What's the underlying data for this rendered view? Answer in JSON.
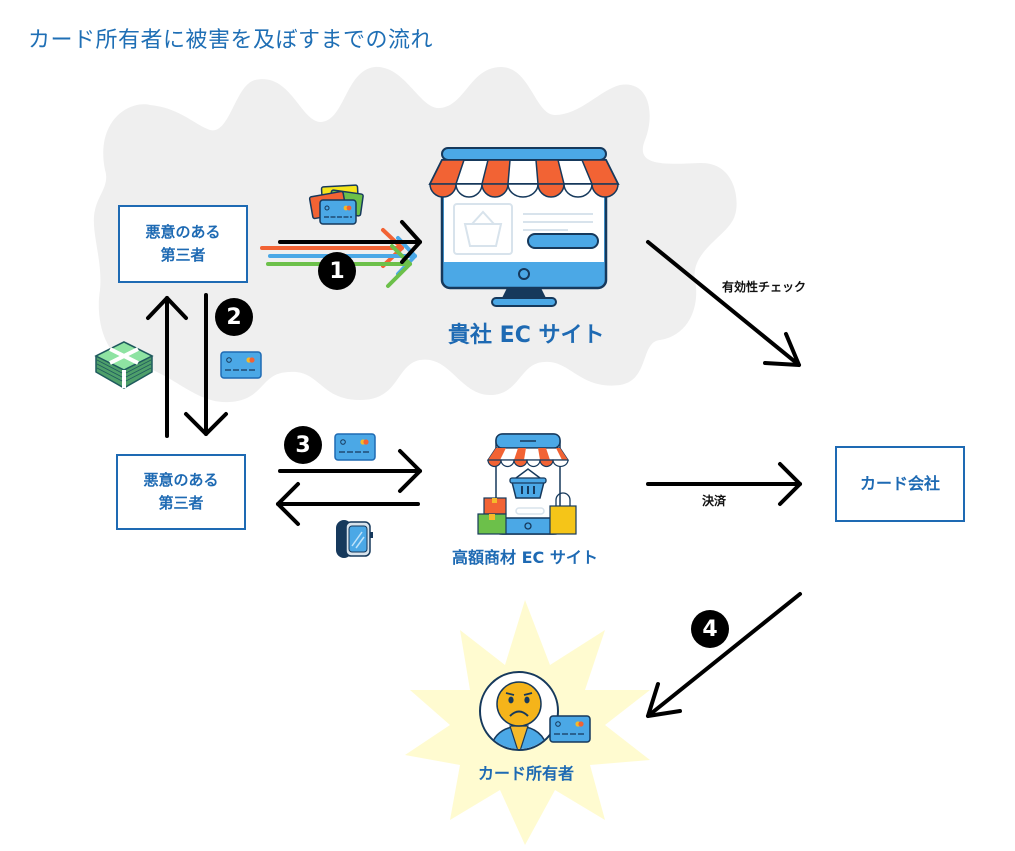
{
  "title": "カード所有者に被害を及ぼすまでの流れ",
  "nodes": {
    "attacker_top": {
      "line1": "悪意のある",
      "line2": "第三者"
    },
    "attacker_bottom": {
      "line1": "悪意のある",
      "line2": "第三者"
    },
    "your_ec_site": "貴社 EC サイト",
    "luxury_ec_site": "高額商材 EC サイト",
    "card_company": "カード会社",
    "card_holder": "カード所有者"
  },
  "edges": {
    "validity_check": "有効性チェック",
    "settlement": "決済"
  },
  "steps": [
    "1",
    "2",
    "3",
    "4"
  ],
  "colors": {
    "accent_blue": "#1e6ab3",
    "cloud_gray": "#efefef",
    "burst_yellow": "#fffbd0",
    "awning_orange": "#f26334",
    "screen_blue": "#4ba8e6",
    "dark_navy": "#16395c",
    "money_green": "#6fd08c"
  },
  "icons": [
    "credit-cards-stack-icon",
    "credit-card-icon",
    "money-stack-icon",
    "smartwatch-icon",
    "online-store-monitor-icon",
    "mobile-shop-icon",
    "sad-person-icon"
  ]
}
